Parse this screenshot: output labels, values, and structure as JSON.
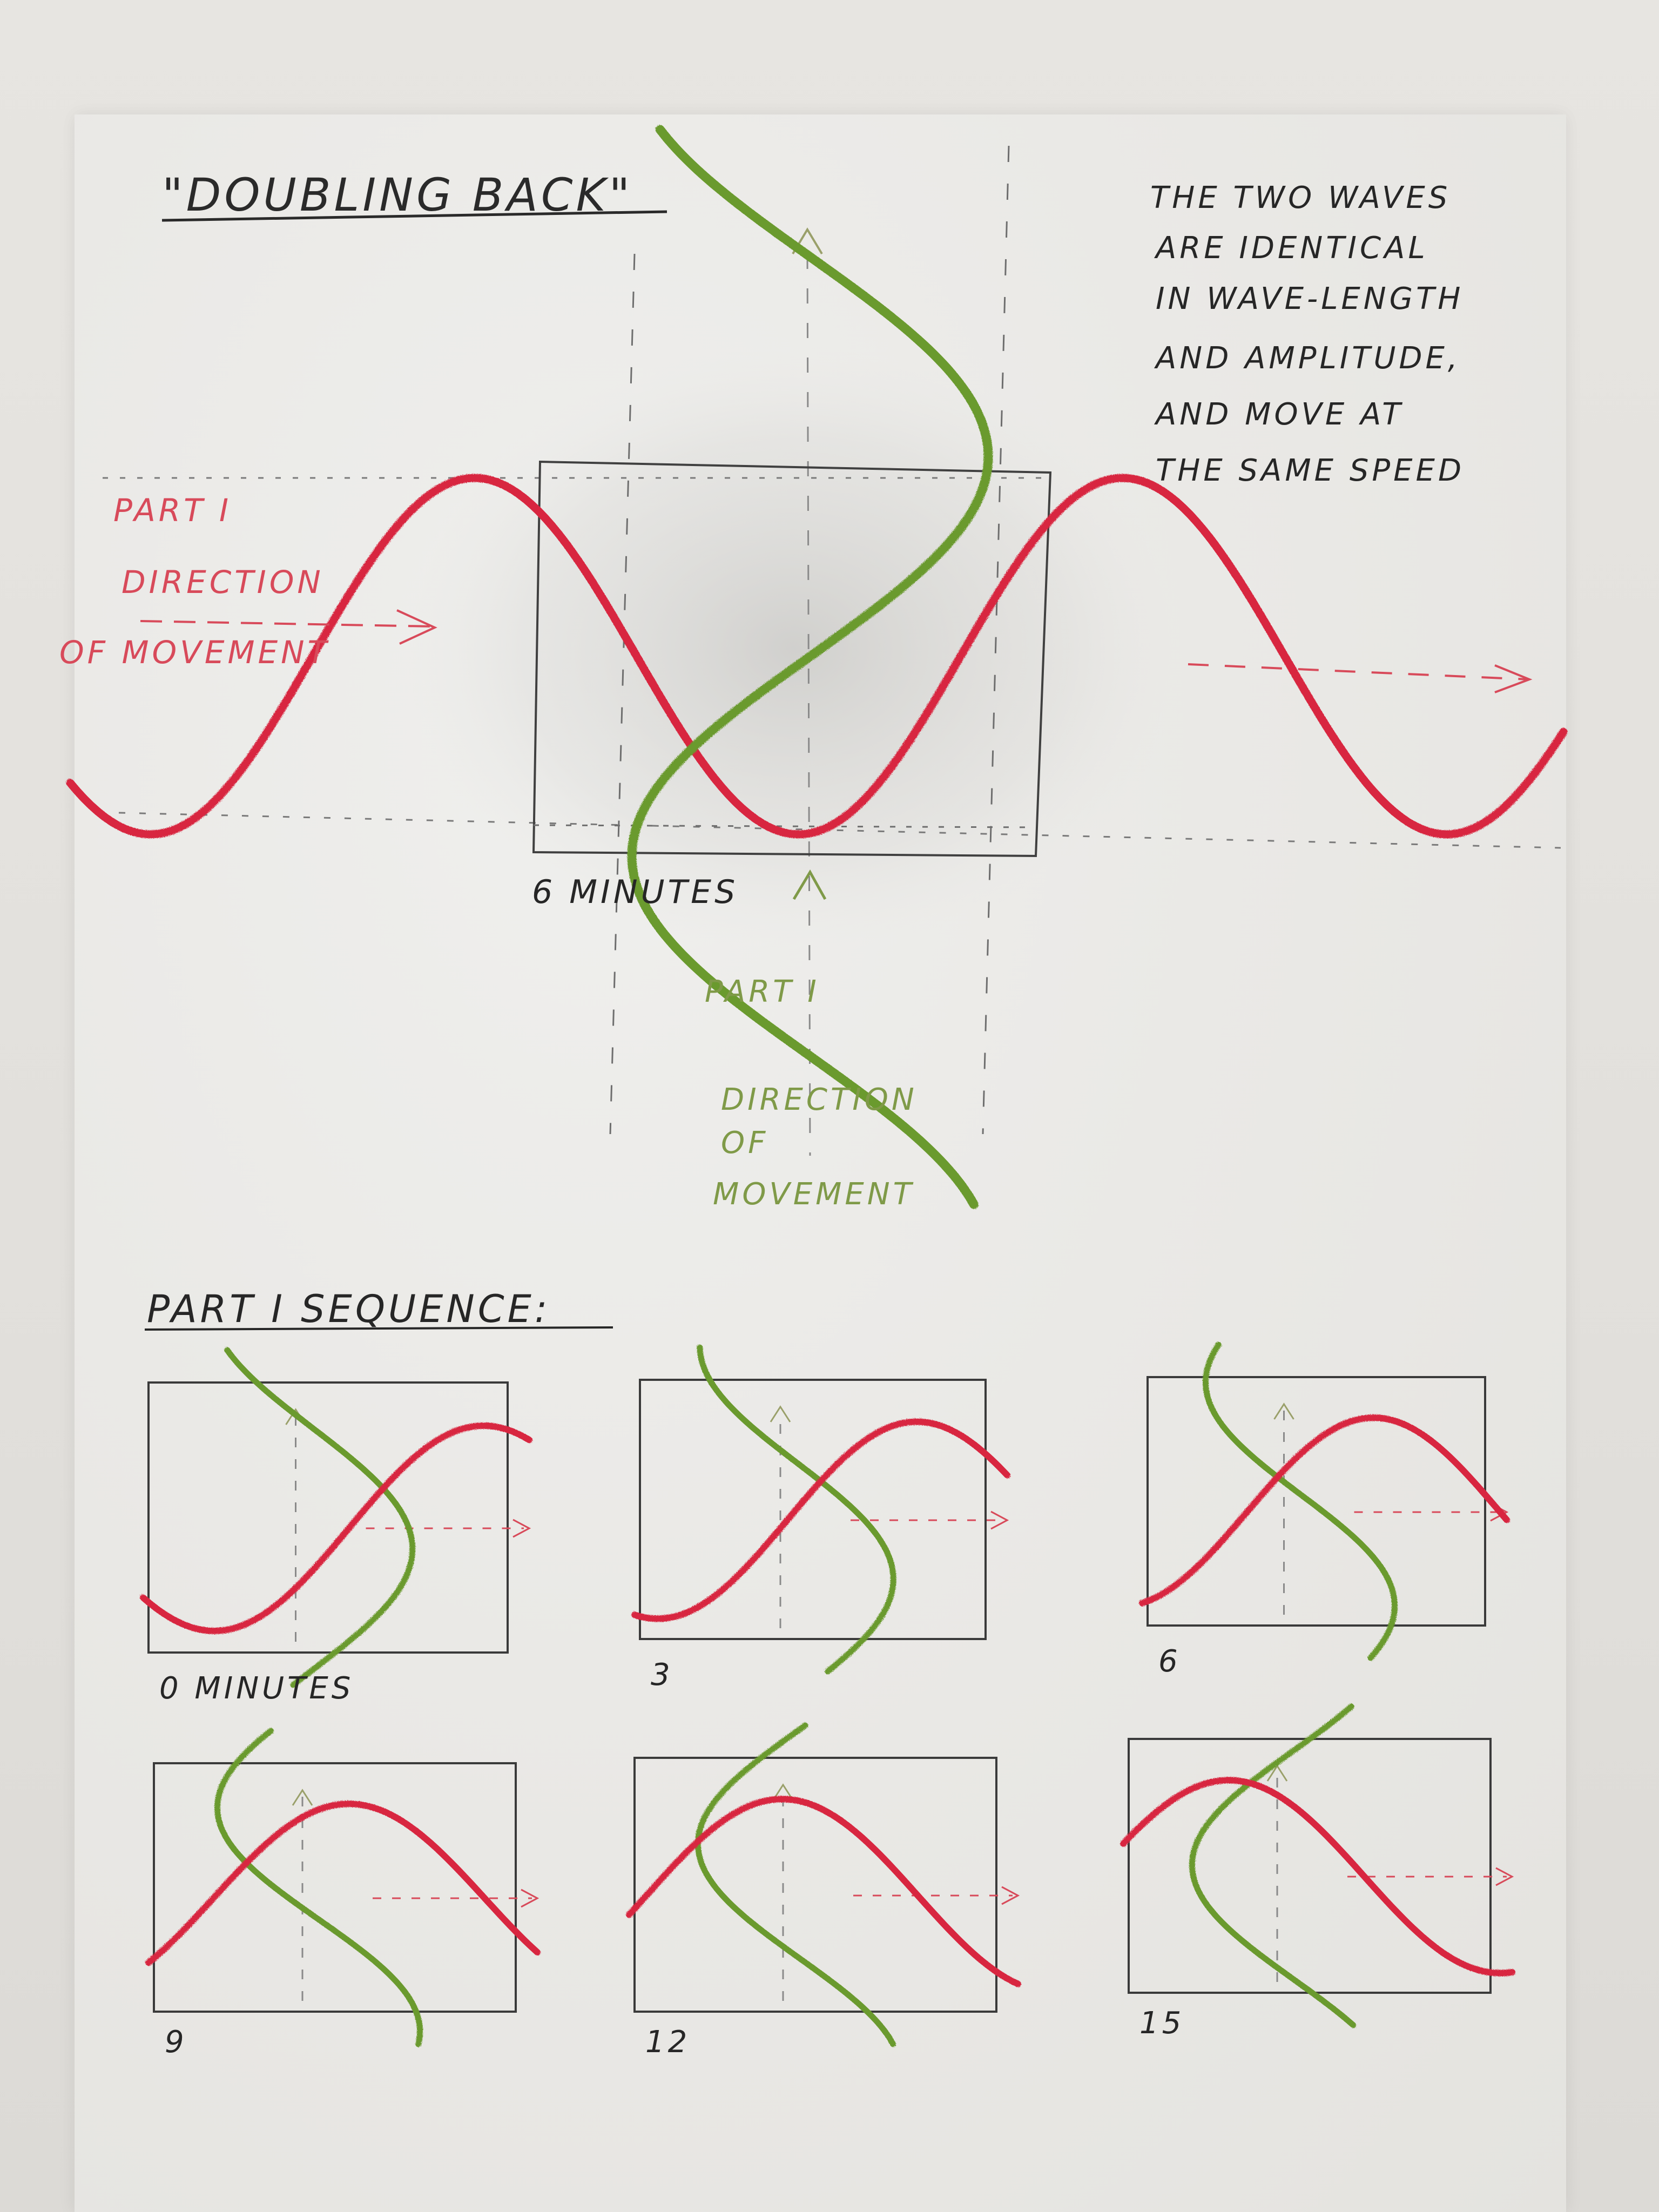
{
  "title": "\"DOUBLING BACK\"",
  "note": [
    "THE TWO WAVES",
    "ARE IDENTICAL",
    "IN WAVE-LENGTH",
    "AND AMPLITUDE,",
    "AND MOVE AT",
    "THE SAME SPEED"
  ],
  "red_wave_label": {
    "part": "PART I",
    "line1": "DIRECTION",
    "line2": "OF MOVEMENT"
  },
  "green_wave_label": {
    "part": "PART I",
    "line1": "DIRECTION",
    "line2": "OF",
    "line3": "MOVEMENT"
  },
  "frame_label": "6 MINUTES",
  "sequence_heading": "PART I SEQUENCE:",
  "panels": [
    {
      "label": "0 MINUTES"
    },
    {
      "label": "3"
    },
    {
      "label": "6"
    },
    {
      "label": "9"
    },
    {
      "label": "12"
    },
    {
      "label": "15"
    }
  ],
  "colors": {
    "red_wave": "#d8283f",
    "green_wave": "#6a9a2e",
    "pencil": "#3a3a3a",
    "red_text": "#d84a5a",
    "green_text": "#7f9a48"
  }
}
